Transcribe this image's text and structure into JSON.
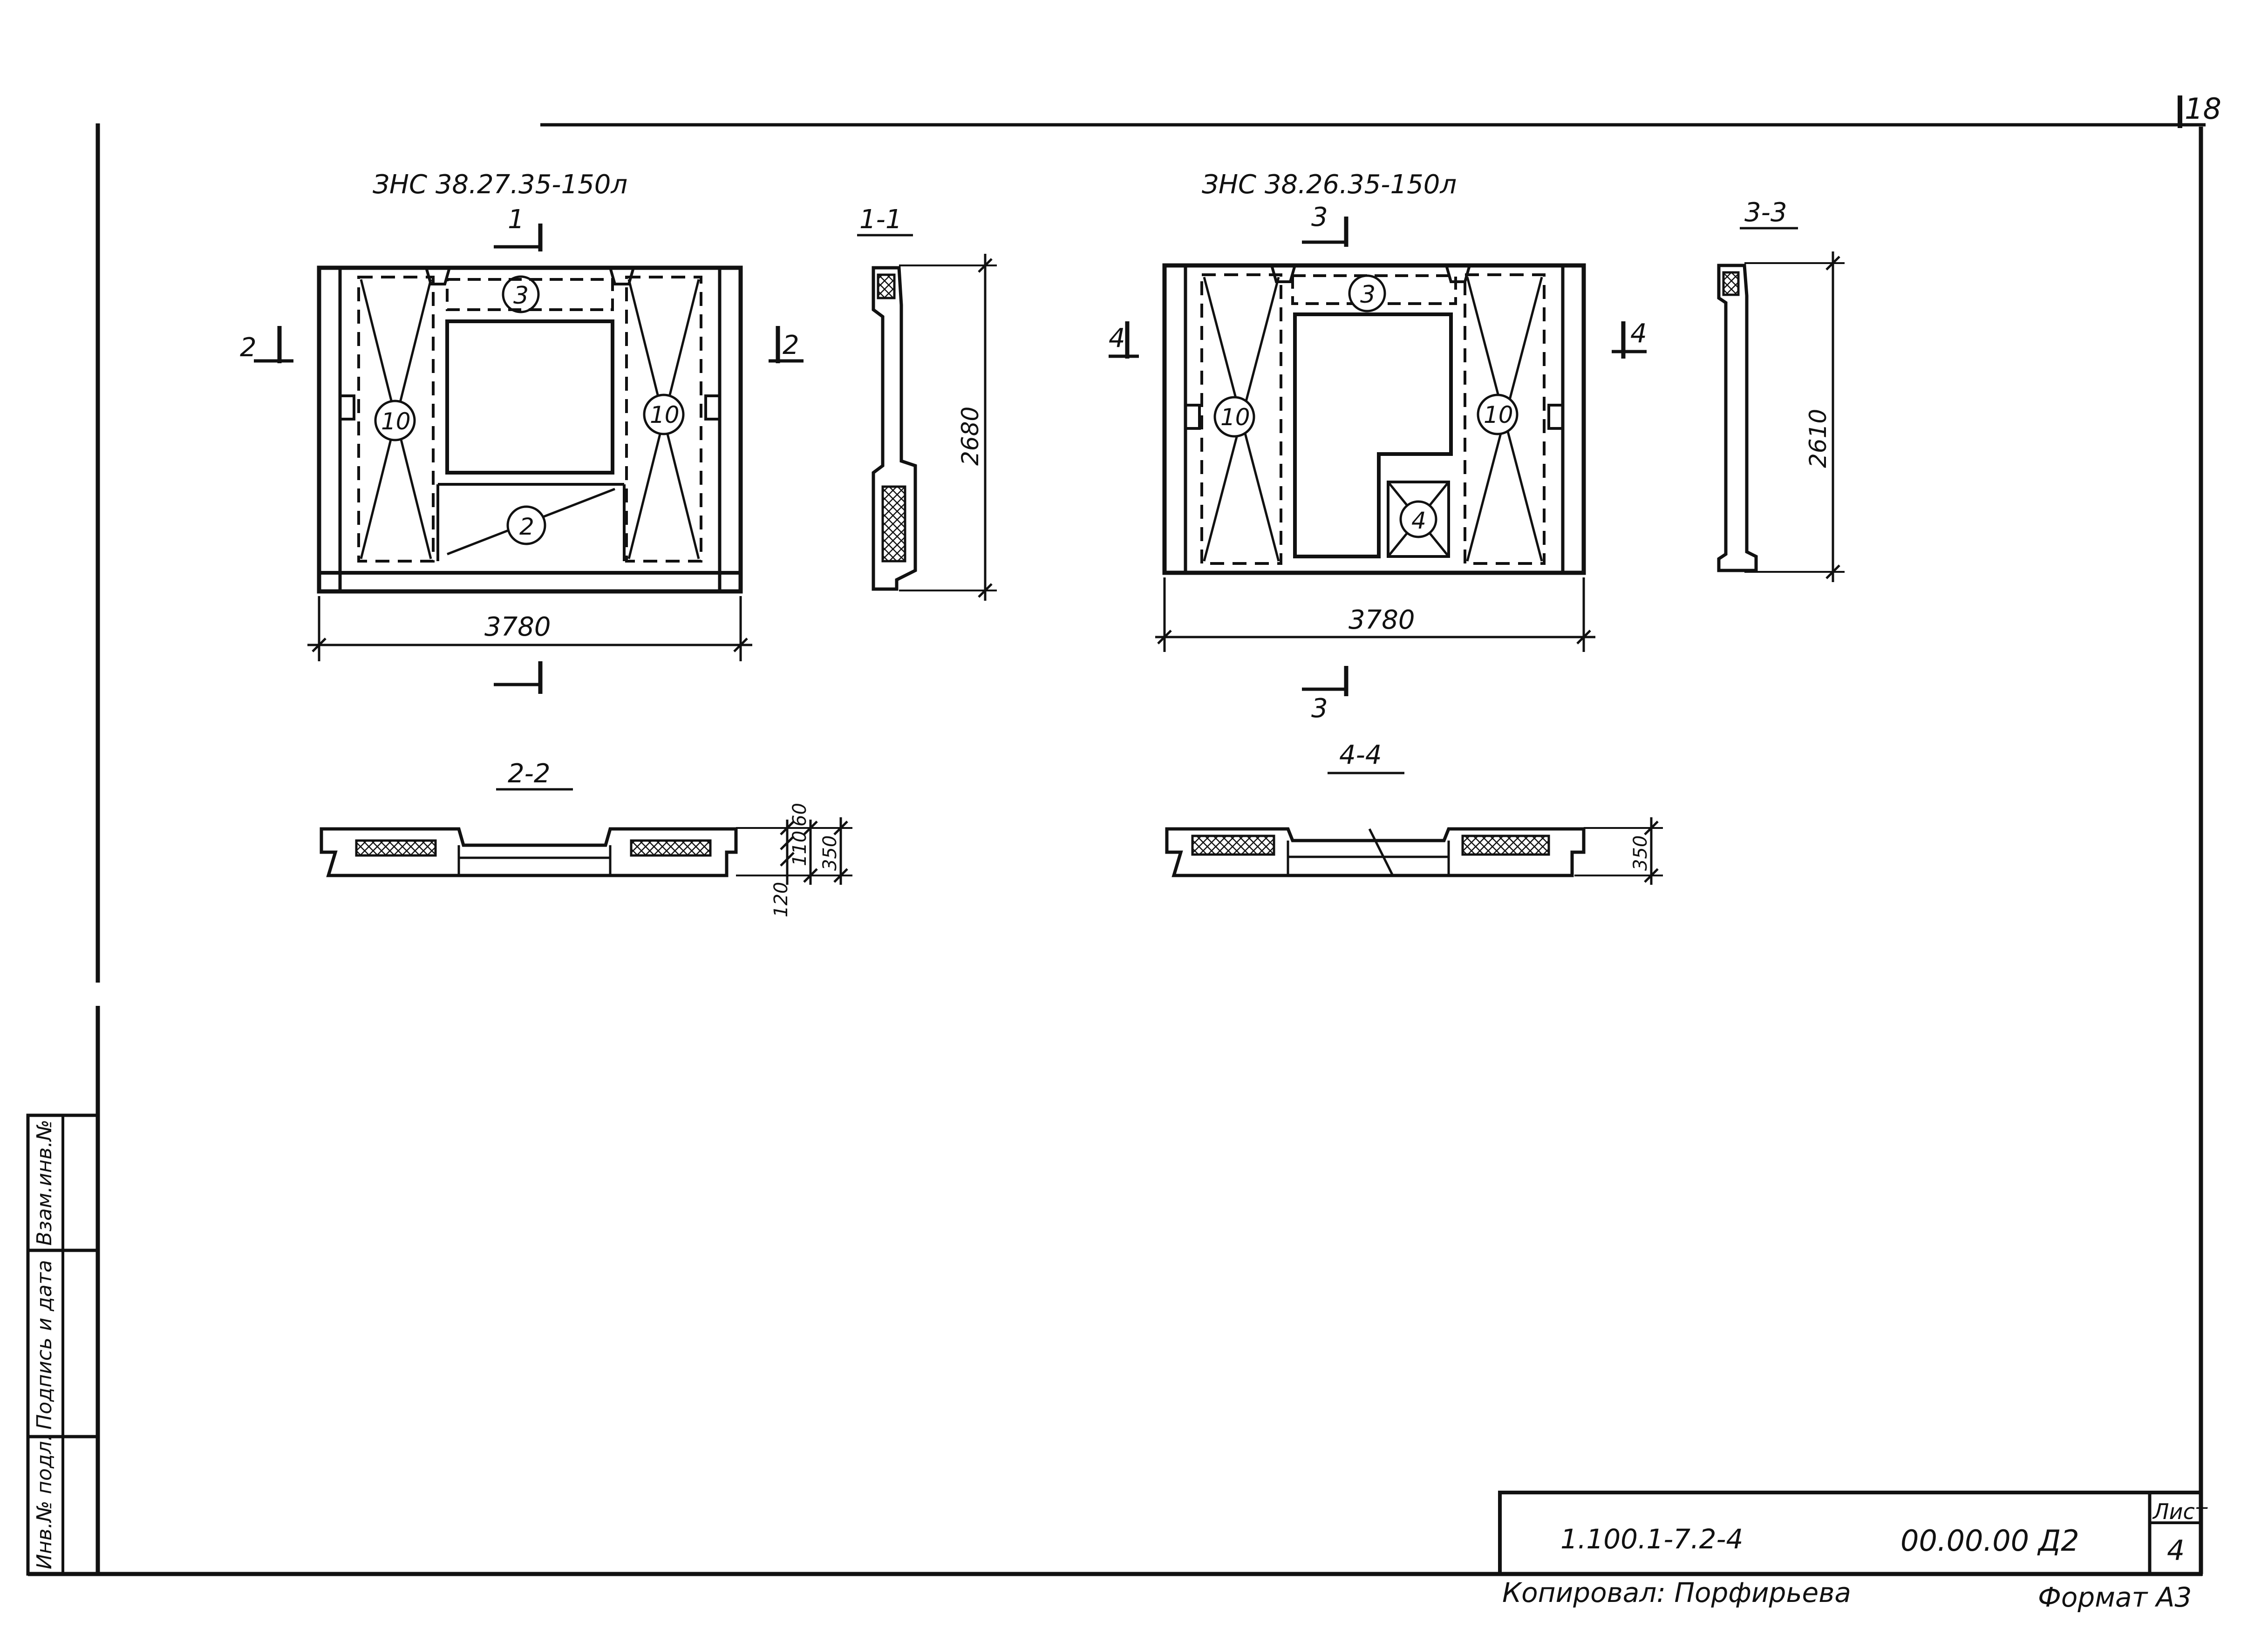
{
  "sheet": {
    "page_number": "18",
    "copied_by": "Копировал: Порфирьева",
    "format": "Формат А3"
  },
  "side_stamp": {
    "inv_podl": "Инв.№ подл.",
    "podpis_data": "Подпись и дата",
    "vzam_inv": "Взам.инв.№"
  },
  "title_block": {
    "series": "1.100.1-7.2-4",
    "code": "00.00.00 Д2",
    "sheet_label": "Лист",
    "sheet_no": "4"
  },
  "panel_left": {
    "title": "ЗНС 38.27.35-150л",
    "section_1_1": "1-1",
    "section_2_2": "2-2",
    "cut_1": "1",
    "cut_2": "2",
    "width_dim": "3780",
    "height_dim": "2680",
    "thk_60": "60",
    "thk_110": "110",
    "thk_120": "120",
    "thk_350": "350",
    "mark_3": "3",
    "mark_10": "10",
    "mark_2": "2"
  },
  "panel_right": {
    "title": "ЗНС 38.26.35-150л",
    "section_3_3": "3-3",
    "section_4_4": "4-4",
    "cut_3": "3",
    "cut_4": "4",
    "width_dim": "3780",
    "height_dim": "2610",
    "thk_350": "350",
    "mark_3": "3",
    "mark_10": "10",
    "mark_4": "4"
  }
}
